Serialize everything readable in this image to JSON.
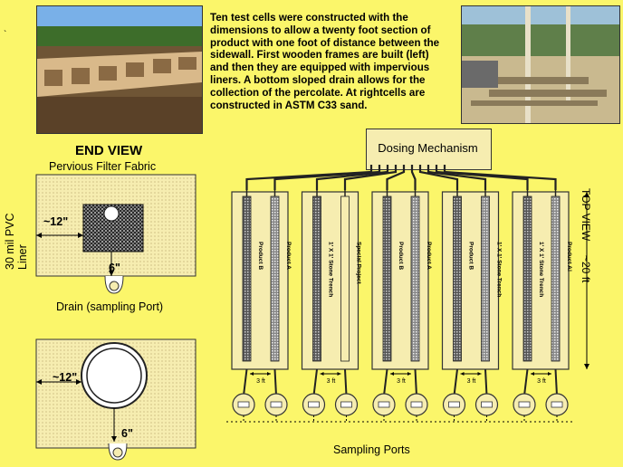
{
  "description": "Ten test cells were constructed with the dimensions to allow a twenty foot section of product with one foot of distance between the sidewall. First wooden frames are built (left) and then they are equipped with impervious liners.  A bottom sloped drain allows for the collection of the percolate. At rightcells are constructed in ASTM C33 sand.",
  "stray_mark": "`",
  "end_view": {
    "title": "END VIEW",
    "fabric_label": "Pervious Filter Fabric",
    "liner_label_line1": "30 mil PVC",
    "liner_label_line2": "Liner",
    "dim_side": "~12\"",
    "dim_bottom": "6\"",
    "drain_label": "Drain (sampling Port)",
    "dim_side_2": "~12\"",
    "dim_bottom_2": "6\""
  },
  "top_view": {
    "dosing_label": "Dosing Mechanism",
    "view_label": "TOP VIEW",
    "length_label": "~20 ft",
    "spacing_label": "3 ft",
    "sampling_label": "Sampling Ports",
    "cells": [
      {
        "left": "Product B",
        "right": "Product A"
      },
      {
        "left": "1' X 1' Stone Trench",
        "right": "Special Project"
      },
      {
        "left": "Product B",
        "right": "Product A"
      },
      {
        "left": "Product B",
        "right": "1' X 1' Stone Trench"
      },
      {
        "left": "1' X 1' Stone Trench",
        "right": "Product A!"
      }
    ]
  },
  "colors": {
    "background": "#fbf66a",
    "cell_fill": "#f6edb0"
  }
}
